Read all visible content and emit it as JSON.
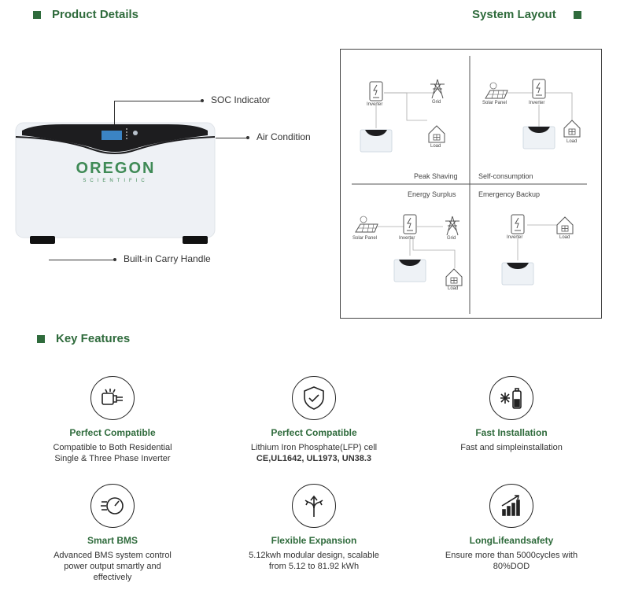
{
  "sections": {
    "product_details": "Product Details",
    "system_layout": "System Layout",
    "key_features": "Key Features"
  },
  "product": {
    "callouts": {
      "soc": "SOC Indicator",
      "air": "Air Condition",
      "handle": "Built-in Carry Handle"
    },
    "brand": "OREGON",
    "brand_sub": "SCIENTIFIC"
  },
  "layout": {
    "labels": {
      "inverter": "Inverter",
      "grid": "Grid",
      "load": "Load",
      "solar_panel": "Solar Panel"
    },
    "captions": {
      "peak_shaving": "Peak Shaving",
      "self_consumption": "Self-consumption",
      "energy_surplus": "Energy Surplus",
      "emergency_backup": "Emergency Backup"
    }
  },
  "features": [
    {
      "title": "Perfect Compatible",
      "lines": [
        "Compatible to Both Residential",
        "Single & Three Phase Inverter"
      ],
      "icon": "plug-icon"
    },
    {
      "title": "Perfect Compatible",
      "lines": [
        "Lithium Iron Phosphate(LFP) cell",
        "CE,UL1642, UL1973, UN38.3"
      ],
      "icon": "shield-check-icon"
    },
    {
      "title": "Fast Installation",
      "lines": [
        "Fast and simpleinstallation"
      ],
      "icon": "battery-snowflake-icon"
    },
    {
      "title": "Smart BMS",
      "lines": [
        "Advanced BMS system control",
        "power output smartly and",
        "effectively"
      ],
      "icon": "speed-gauge-icon"
    },
    {
      "title": "Flexible Expansion",
      "lines": [
        "5.12kwh modular design, scalable",
        "from 5.12 to 81.92 kWh"
      ],
      "icon": "split-arrows-icon"
    },
    {
      "title": "LongLifeandsafety",
      "lines": [
        "Ensure more than 5000cycles with",
        "80%DOD"
      ],
      "icon": "growth-chart-icon"
    }
  ],
  "colors": {
    "accent": "#2f6b3c",
    "brand_orange": "#e0783a",
    "brand_green": "#3f8a56"
  }
}
